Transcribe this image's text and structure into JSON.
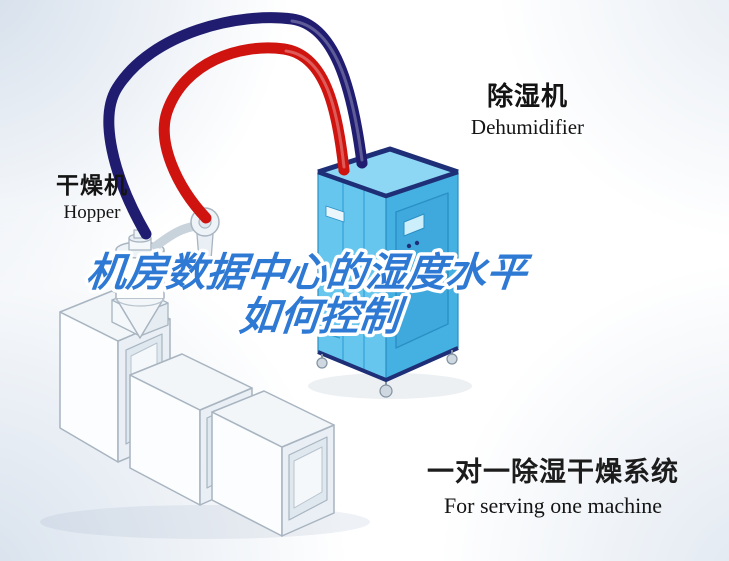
{
  "labels": {
    "dehumidifier_zh": "除湿机",
    "dehumidifier_en": "Dehumidifier",
    "hopper_zh": "干燥机",
    "hopper_en": "Hopper"
  },
  "headline": {
    "line1": "机房数据中心的湿度水平",
    "line2": "如何控制"
  },
  "footer": {
    "title_zh": "一对一除湿干燥系统",
    "subtitle_en": "For serving one machine"
  },
  "colors": {
    "headline_blue": "#2e79d3",
    "hose_red": "#cf1410",
    "hose_navy": "#201d70",
    "dehumidifier_light": "#67c6ee",
    "dehumidifier_dark": "#45b1e2",
    "dehumidifier_trim": "#1e2f77"
  }
}
